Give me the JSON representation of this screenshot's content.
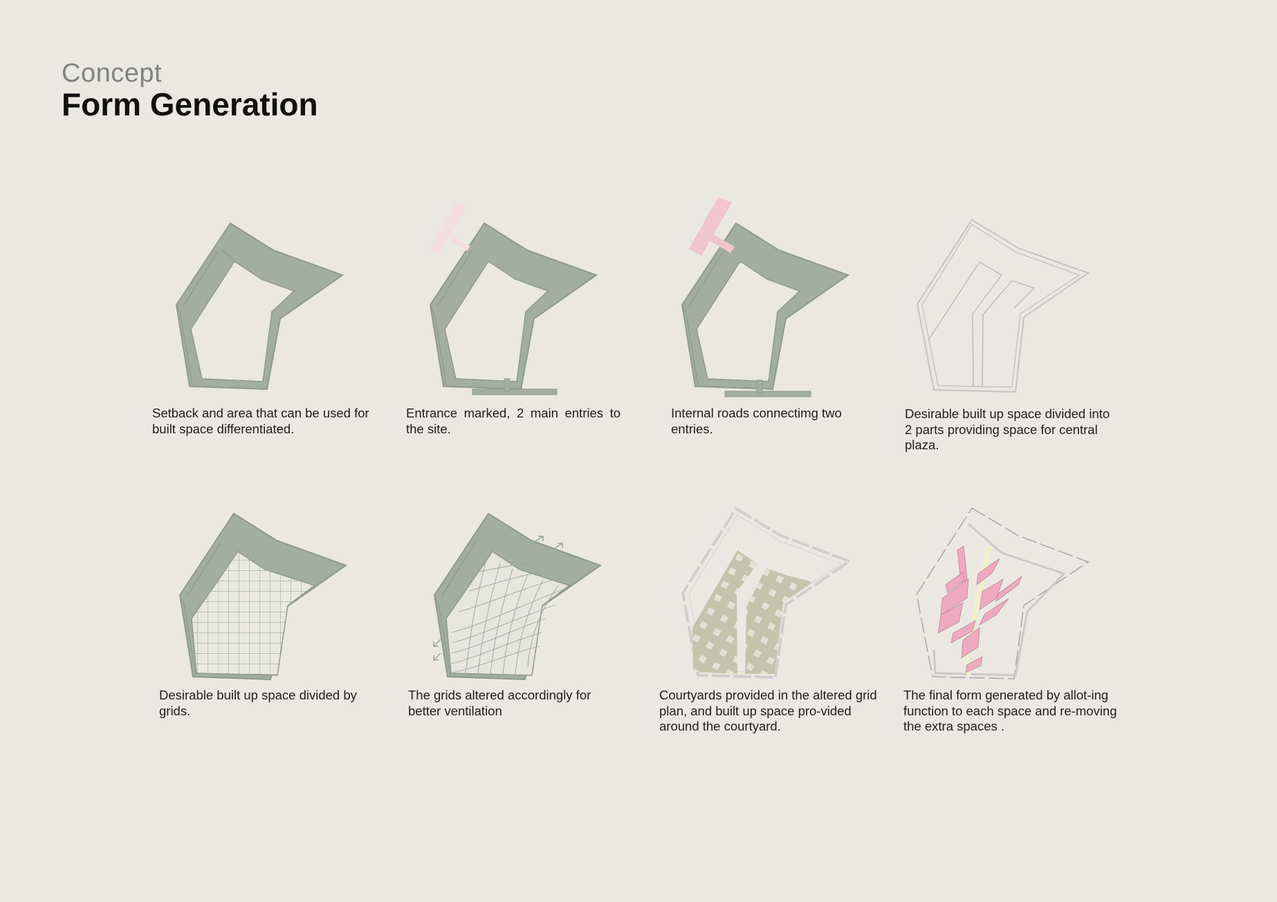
{
  "header": {
    "kicker": "Concept",
    "title": "Form Generation"
  },
  "colors": {
    "background": "#EBE8E4",
    "setback_green": "#A3ADA2",
    "setback_stroke": "#8F9A8E",
    "entrance_pink": "#F0C5CF",
    "entrance_pink_light": "#F2DDE1",
    "grid_fill": "#E7E6E1",
    "courtyard_olive": "#BDBFA6",
    "function_pink": "#EFA9C0",
    "outline_grey": "#BDBDBD",
    "ivory": "#F1F0C8"
  },
  "panels": [
    {
      "caption": "Setback and area that can be used for built space differentiated.",
      "icon": "setback-plan-icon"
    },
    {
      "caption": "Entrance  marked,  2  main  entries to the site.",
      "icon": "entrance-plan-icon"
    },
    {
      "caption": "Internal roads connectimg two entries.",
      "icon": "roads-plan-icon"
    },
    {
      "caption": "Desirable built up space divided into  2 parts providing space for central plaza.",
      "icon": "divided-plan-icon"
    },
    {
      "caption": "Desirable built up space divided by grids.",
      "icon": "grid-plan-icon"
    },
    {
      "caption": "The grids altered accordingly for better ventilation",
      "icon": "altered-grid-plan-icon"
    },
    {
      "caption": "Courtyards provided in the altered grid plan, and built up space  pro-vided around the courtyard.",
      "icon": "courtyard-plan-icon"
    },
    {
      "caption": "The final form generated by allot-ing function to each space and re-moving the extra spaces .",
      "icon": "final-form-plan-icon"
    }
  ]
}
